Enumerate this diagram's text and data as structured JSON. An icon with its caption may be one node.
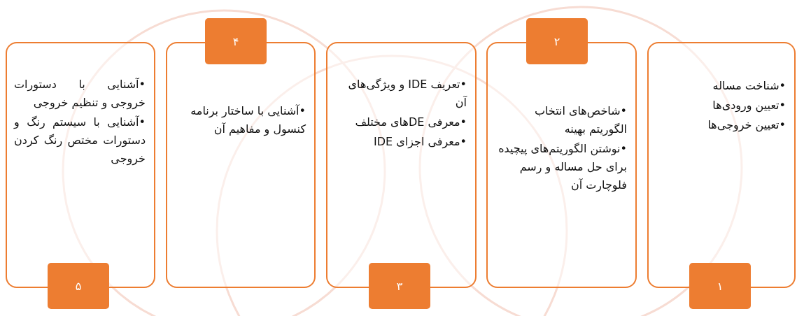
{
  "diagram": {
    "nodes": [
      {
        "text": [
          "•شناخت مساله",
          "•تعیین ورودی‌ها",
          "•تعیین خروجی‌ها"
        ]
      },
      {
        "text": [
          "۱"
        ]
      },
      {
        "text": [
          "•شاخص‌های انتخاب الگوریتم بهینه",
          "•نوشتن الگوریتم‌های پیچیده برای حل مساله و رسم فلوچارت آن"
        ]
      },
      {
        "text": [
          "۲"
        ]
      },
      {
        "text": [
          "•تعریف IDE و ویژگی‌های آن",
          "•معرفی DEهای مختلف",
          "•معرفی اجزای IDE"
        ]
      },
      {
        "text": [
          "۳"
        ]
      },
      {
        "text": [
          "•آشنایی با ساختار برنامه کنسول و مفاهیم آن"
        ]
      },
      {
        "text": [
          "۴"
        ]
      },
      {
        "text": [
          "•آشنایی با دستورات خروجی و تنظیم خروجی",
          "•آشنایی با سیستم رنگ و دستورات مختص رنگ کردن خروجی"
        ]
      },
      {
        "text": [
          "۵"
        ]
      }
    ]
  }
}
